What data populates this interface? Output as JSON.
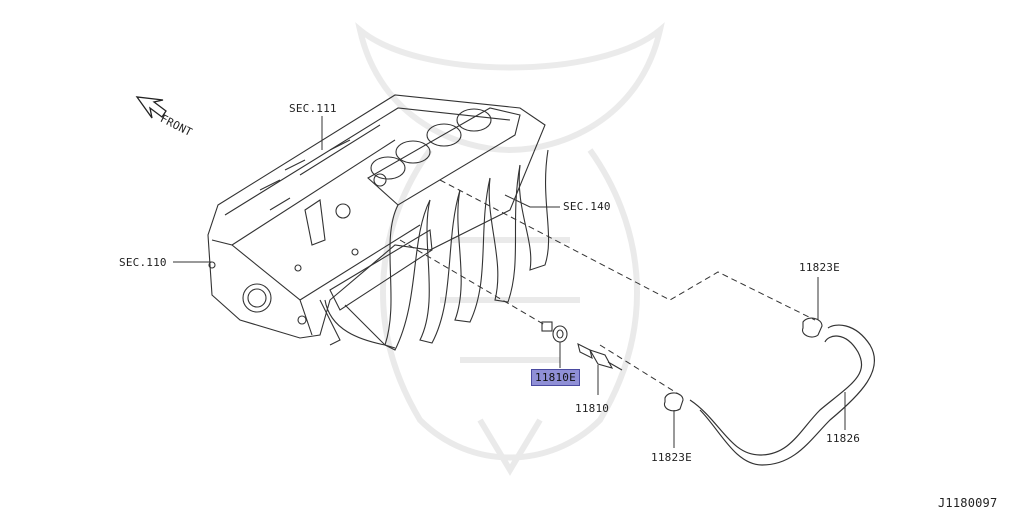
{
  "diagram": {
    "front_label": "FRONT",
    "drawing_id": "J1180097",
    "highlight_color": "#8f8fd6",
    "watermark": "samurai-helmet-watermark",
    "labels": {
      "sec111": "SEC.111",
      "sec140": "SEC.140",
      "sec110": "SEC.110",
      "p11823e_top": "11823E",
      "p11810e": "11810E",
      "p11810": "11810",
      "p11823e_bottom": "11823E",
      "p11826": "11826"
    }
  }
}
